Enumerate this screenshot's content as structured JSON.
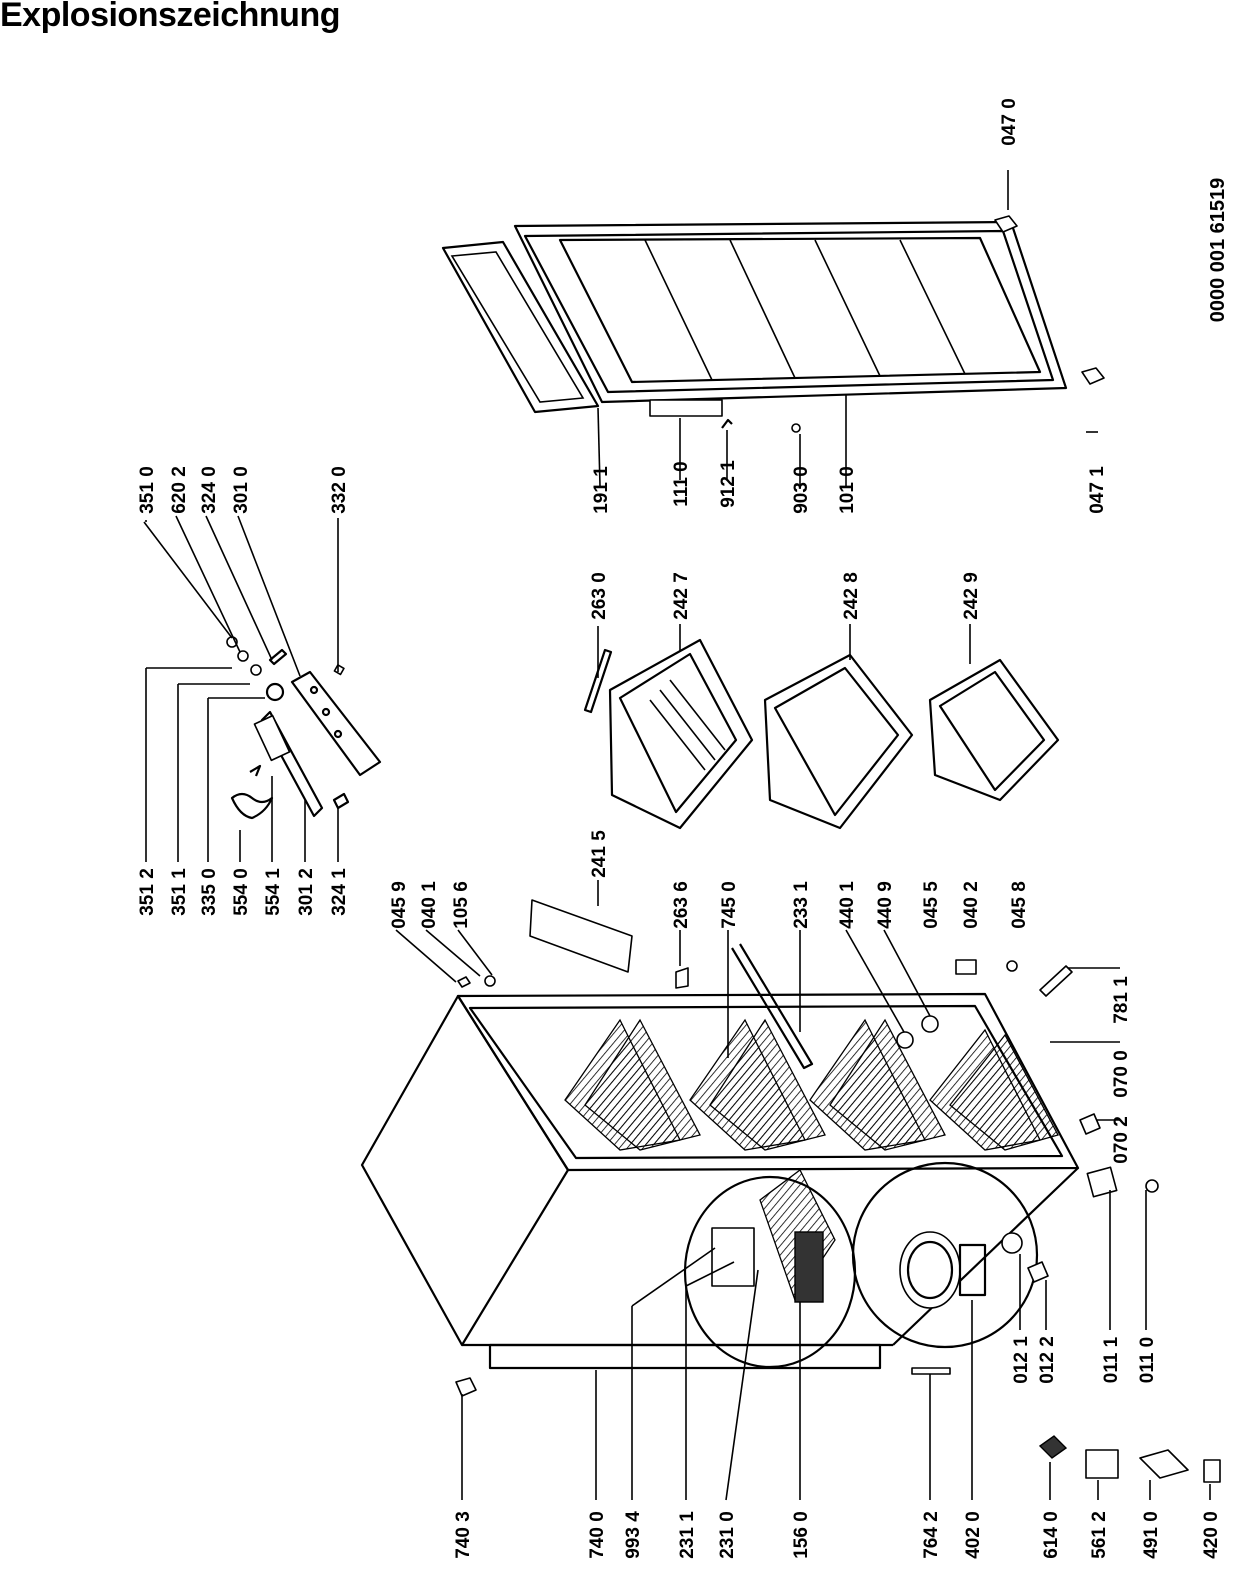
{
  "title": "Explosionszeichnung",
  "doc_number": "0000 001 61519",
  "part_labels": [
    {
      "code": "351 0"
    },
    {
      "code": "620 2"
    },
    {
      "code": "324 0"
    },
    {
      "code": "301 0"
    },
    {
      "code": "332 0"
    },
    {
      "code": "191 1"
    },
    {
      "code": "111 0"
    },
    {
      "code": "912 1"
    },
    {
      "code": "903 0"
    },
    {
      "code": "101 0"
    },
    {
      "code": "047 1"
    },
    {
      "code": "047 0"
    },
    {
      "code": "263 0"
    },
    {
      "code": "242 7"
    },
    {
      "code": "242 8"
    },
    {
      "code": "242 9"
    },
    {
      "code": "351 2"
    },
    {
      "code": "351 1"
    },
    {
      "code": "335 0"
    },
    {
      "code": "554 0"
    },
    {
      "code": "554 1"
    },
    {
      "code": "301 2"
    },
    {
      "code": "324 1"
    },
    {
      "code": "045 9"
    },
    {
      "code": "040 1"
    },
    {
      "code": "105 6"
    },
    {
      "code": "241 5"
    },
    {
      "code": "263 6"
    },
    {
      "code": "745 0"
    },
    {
      "code": "233 1"
    },
    {
      "code": "440 1"
    },
    {
      "code": "440 9"
    },
    {
      "code": "045 5"
    },
    {
      "code": "040 2"
    },
    {
      "code": "045 8"
    },
    {
      "code": "781 1"
    },
    {
      "code": "070 0"
    },
    {
      "code": "070 2"
    },
    {
      "code": "011 1"
    },
    {
      "code": "011 0"
    },
    {
      "code": "012 1"
    },
    {
      "code": "012 2"
    },
    {
      "code": "740 3"
    },
    {
      "code": "740 0"
    },
    {
      "code": "993 4"
    },
    {
      "code": "231 1"
    },
    {
      "code": "231 0"
    },
    {
      "code": "156 0"
    },
    {
      "code": "764 2"
    },
    {
      "code": "402 0"
    },
    {
      "code": "614 0"
    },
    {
      "code": "561 2"
    },
    {
      "code": "491 0"
    },
    {
      "code": "420 0"
    }
  ]
}
